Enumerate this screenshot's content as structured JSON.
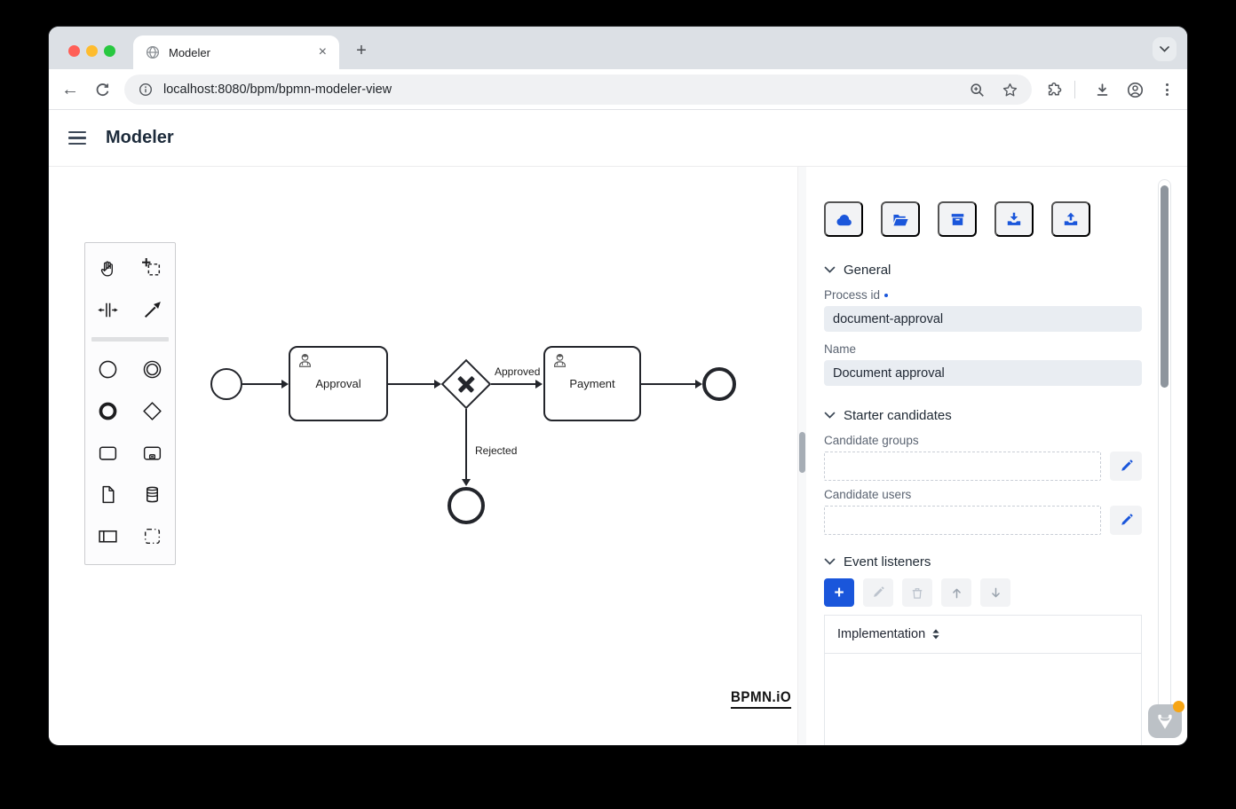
{
  "browser": {
    "tab_title": "Modeler",
    "close_tab_glyph": "×",
    "new_tab_glyph": "+",
    "back_glyph": "←",
    "url": "localhost:8080/bpm/bpmn-modeler-view",
    "toolbar_icons": [
      "zoom-in",
      "star",
      "extensions",
      "download",
      "profile",
      "menu"
    ]
  },
  "header": {
    "title": "Modeler"
  },
  "palette": {
    "tools": [
      "hand-tool",
      "lasso-tool",
      "space-tool",
      "connect-tool",
      "start-event",
      "intermediate-event",
      "end-event",
      "gateway",
      "task",
      "subprocess",
      "data-object",
      "data-store",
      "participant",
      "group"
    ]
  },
  "diagram": {
    "tasks": [
      {
        "label": "Approval"
      },
      {
        "label": "Payment"
      }
    ],
    "edge_labels": {
      "approved": "Approved",
      "rejected": "Rejected"
    },
    "watermark": "BPMN.iO"
  },
  "panel": {
    "toolbar_icons": [
      "cloud",
      "open-folder",
      "archive",
      "download",
      "upload"
    ],
    "general": {
      "title": "General",
      "process_id_label": "Process id",
      "process_id_value": "document-approval",
      "name_label": "Name",
      "name_value": "Document approval"
    },
    "starter_candidates": {
      "title": "Starter candidates",
      "groups_label": "Candidate groups",
      "groups_value": "",
      "users_label": "Candidate users",
      "users_value": ""
    },
    "event_listeners": {
      "title": "Event listeners",
      "add_glyph": "+",
      "table_header": "Implementation"
    }
  },
  "colors": {
    "accent_blue": "#1a56db",
    "traffic_red": "#ff5f57",
    "traffic_yellow": "#febc2e",
    "traffic_green": "#28c840",
    "vaadin_dot": "#f7a514"
  }
}
